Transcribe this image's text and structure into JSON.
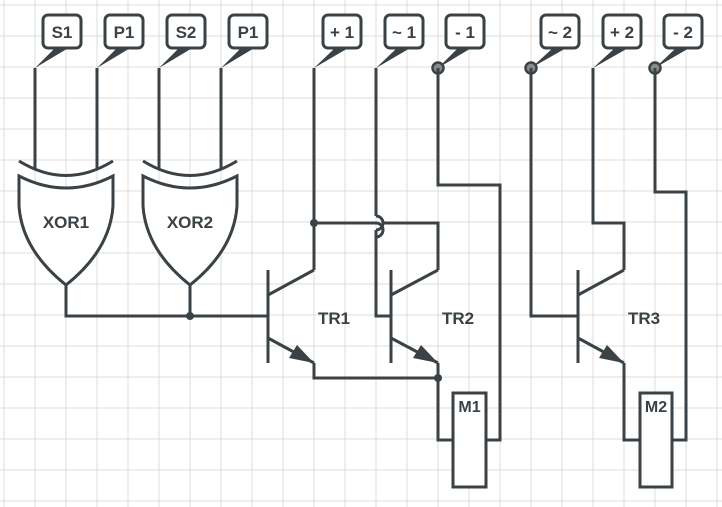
{
  "diagram": {
    "title": "",
    "colors": {
      "stroke": "#3b4246",
      "grid": "#dcdcdc",
      "background": "#ffffff",
      "terminal_dot": "#8a8a8a"
    },
    "input_labels": [
      {
        "id": "s1",
        "text": "S1"
      },
      {
        "id": "p1a",
        "text": "P1"
      },
      {
        "id": "s2",
        "text": "S2"
      },
      {
        "id": "p1b",
        "text": "P1"
      },
      {
        "id": "plus1",
        "text": "+ 1"
      },
      {
        "id": "tilde1",
        "text": "~ 1"
      },
      {
        "id": "minus1",
        "text": "- 1"
      },
      {
        "id": "tilde2",
        "text": "~ 2"
      },
      {
        "id": "plus2",
        "text": "+ 2"
      },
      {
        "id": "minus2",
        "text": "- 2"
      }
    ],
    "gates": [
      {
        "id": "xor1",
        "type": "XOR",
        "label": "XOR1",
        "inputs": [
          "S1",
          "P1"
        ]
      },
      {
        "id": "xor2",
        "type": "XOR",
        "label": "XOR2",
        "inputs": [
          "S2",
          "P1"
        ]
      }
    ],
    "transistors": [
      {
        "id": "tr1",
        "type": "NPN",
        "label": "TR1"
      },
      {
        "id": "tr2",
        "type": "NPN",
        "label": "TR2"
      },
      {
        "id": "tr3",
        "type": "NPN",
        "label": "TR3"
      }
    ],
    "motors": [
      {
        "id": "m1",
        "label": "M1"
      },
      {
        "id": "m2",
        "label": "M2"
      }
    ]
  }
}
